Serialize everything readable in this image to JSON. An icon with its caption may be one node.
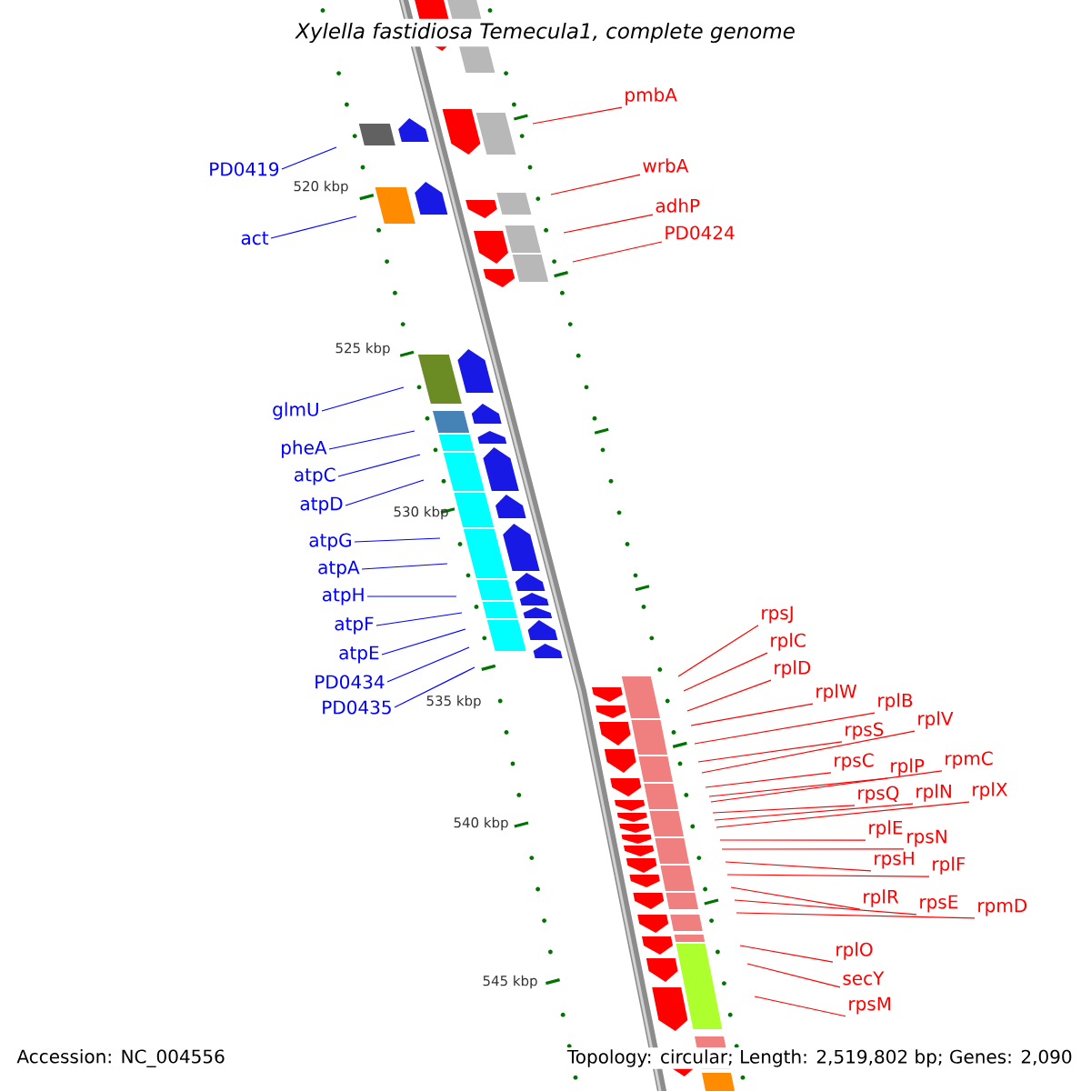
{
  "diagram": {
    "title": "Xylella fastidiosa Temecula1, complete genome",
    "nodes": [
      {
        "text": [
          "PD0419"
        ]
      },
      {
        "text": [
          "act"
        ]
      },
      {
        "text": [
          "glmU"
        ]
      },
      {
        "text": [
          "pheA"
        ]
      },
      {
        "text": [
          "atpC"
        ]
      },
      {
        "text": [
          "atpD"
        ]
      },
      {
        "text": [
          "atpG"
        ]
      },
      {
        "text": [
          "atpA"
        ]
      },
      {
        "text": [
          "atpH"
        ]
      },
      {
        "text": [
          "atpF"
        ]
      },
      {
        "text": [
          "atpE"
        ]
      },
      {
        "text": [
          "PD0434"
        ]
      },
      {
        "text": [
          "PD0435"
        ]
      },
      {
        "text": [
          "pmbA"
        ]
      },
      {
        "text": [
          "wrbA"
        ]
      },
      {
        "text": [
          "adhP"
        ]
      },
      {
        "text": [
          "PD0424"
        ]
      },
      {
        "text": [
          "rpsJ"
        ]
      },
      {
        "text": [
          "rplC"
        ]
      },
      {
        "text": [
          "rplD"
        ]
      },
      {
        "text": [
          "rplW"
        ]
      },
      {
        "text": [
          "rplB"
        ]
      },
      {
        "text": [
          "rpsS"
        ]
      },
      {
        "text": [
          "rplV"
        ]
      },
      {
        "text": [
          "rpsC"
        ]
      },
      {
        "text": [
          "rplP"
        ]
      },
      {
        "text": [
          "rpmC"
        ]
      },
      {
        "text": [
          "rpsQ"
        ]
      },
      {
        "text": [
          "rplN"
        ]
      },
      {
        "text": [
          "rplX"
        ]
      },
      {
        "text": [
          "rplE"
        ]
      },
      {
        "text": [
          "rpsN"
        ]
      },
      {
        "text": [
          "rpsH"
        ]
      },
      {
        "text": [
          "rplF"
        ]
      },
      {
        "text": [
          "rplR"
        ]
      },
      {
        "text": [
          "rpsE"
        ]
      },
      {
        "text": [
          "rpmD"
        ]
      },
      {
        "text": [
          "rplO"
        ]
      },
      {
        "text": [
          "secY"
        ]
      },
      {
        "text": [
          "rpsM"
        ]
      }
    ],
    "edges": [
      {
        "from": 0,
        "to": null,
        "arrow": "none",
        "color": "#0000ff"
      },
      {
        "from": 1,
        "to": null,
        "arrow": "none",
        "color": "#0000ff"
      },
      {
        "from": 2,
        "to": null,
        "arrow": "none",
        "color": "#0000ff"
      },
      {
        "from": 3,
        "to": null,
        "arrow": "none",
        "color": "#0000ff"
      },
      {
        "from": 4,
        "to": null,
        "arrow": "none",
        "color": "#0000ff"
      },
      {
        "from": 5,
        "to": null,
        "arrow": "none",
        "color": "#0000ff"
      },
      {
        "from": 6,
        "to": null,
        "arrow": "none",
        "color": "#0000ff"
      },
      {
        "from": 7,
        "to": null,
        "arrow": "none",
        "color": "#0000ff"
      },
      {
        "from": 8,
        "to": null,
        "arrow": "none",
        "color": "#0000ff"
      },
      {
        "from": 9,
        "to": null,
        "arrow": "none",
        "color": "#0000ff"
      },
      {
        "from": 10,
        "to": null,
        "arrow": "none",
        "color": "#0000ff"
      },
      {
        "from": 11,
        "to": null,
        "arrow": "none",
        "color": "#0000ff"
      },
      {
        "from": 12,
        "to": null,
        "arrow": "none",
        "color": "#0000ff"
      },
      {
        "from": 13,
        "to": null,
        "arrow": "none"
      },
      {
        "from": 14,
        "to": null,
        "arrow": "none"
      },
      {
        "from": 15,
        "to": null,
        "arrow": "none"
      },
      {
        "from": 16,
        "to": null,
        "arrow": "none"
      },
      {
        "from": 17,
        "to": null,
        "arrow": "none"
      },
      {
        "from": 18,
        "to": null,
        "arrow": "none"
      },
      {
        "from": 19,
        "to": null,
        "arrow": "none"
      },
      {
        "from": 20,
        "to": null,
        "arrow": "none"
      },
      {
        "from": 21,
        "to": null,
        "arrow": "none"
      },
      {
        "from": 22,
        "to": null,
        "arrow": "none"
      },
      {
        "from": 23,
        "to": null,
        "arrow": "none"
      },
      {
        "from": 24,
        "to": null,
        "arrow": "none"
      },
      {
        "from": 25,
        "to": null,
        "arrow": "none"
      },
      {
        "from": 26,
        "to": null,
        "arrow": "none"
      },
      {
        "from": 27,
        "to": null,
        "arrow": "none"
      },
      {
        "from": 28,
        "to": null,
        "arrow": "none"
      },
      {
        "from": 29,
        "to": null,
        "arrow": "none"
      },
      {
        "from": 30,
        "to": null,
        "arrow": "none"
      },
      {
        "from": 31,
        "to": null,
        "arrow": "none"
      },
      {
        "from": 32,
        "to": null,
        "arrow": "none"
      },
      {
        "from": 33,
        "to": null,
        "arrow": "none"
      },
      {
        "from": 34,
        "to": null,
        "arrow": "none"
      },
      {
        "from": 35,
        "to": null,
        "arrow": "none"
      },
      {
        "from": 36,
        "to": null,
        "arrow": "none"
      },
      {
        "from": 37,
        "to": null,
        "arrow": "none"
      },
      {
        "from": 38,
        "to": null,
        "arrow": "none"
      },
      {
        "from": 39,
        "to": null,
        "arrow": "none"
      }
    ],
    "labels": [
      "520 kbp",
      "525 kbp",
      "530 kbp",
      "535 kbp",
      "540 kbp",
      "545 kbp",
      "Accession: NC_004556",
      "Topology: circular; Length: 2,519,802 bp; Genes: 2,090"
    ]
  }
}
